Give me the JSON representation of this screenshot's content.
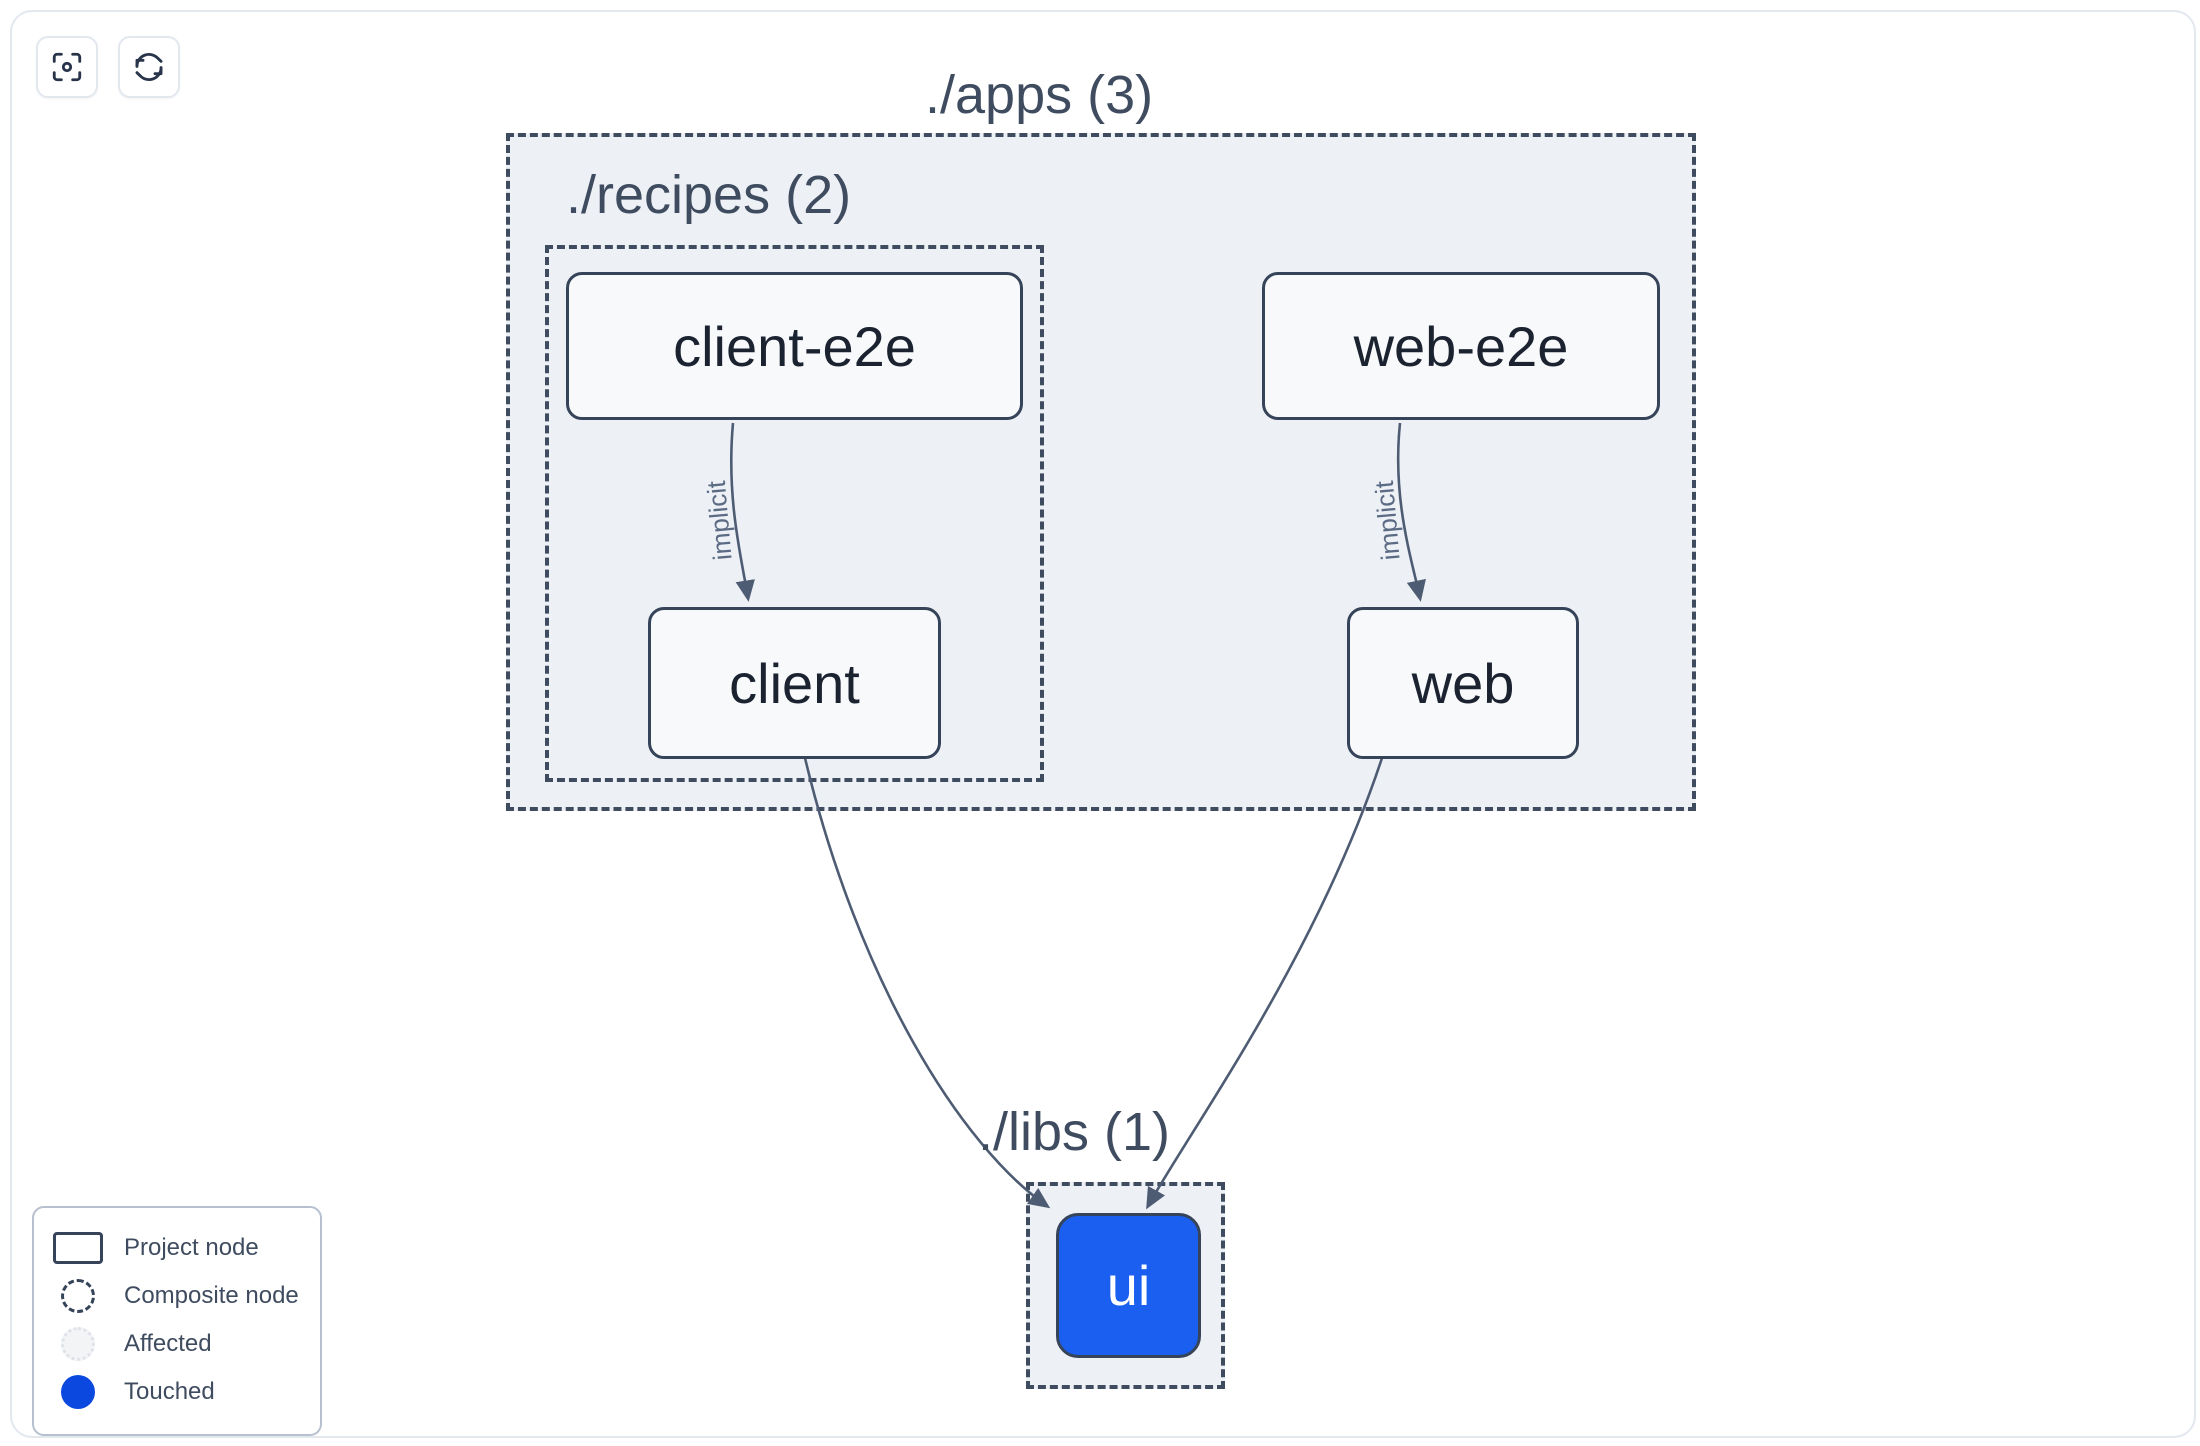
{
  "toolbar": {
    "buttons": [
      {
        "name": "focus-graph-button",
        "icon": "focus-viewfinder-icon",
        "label": "Focus graph"
      },
      {
        "name": "refresh-graph-button",
        "icon": "refresh-sync-icon",
        "label": "Refresh graph"
      }
    ]
  },
  "graph": {
    "type": "project-dependency-graph",
    "groups": [
      {
        "id": "apps",
        "label": "./apps (3)",
        "node_count": 3,
        "style": "composite-dashed"
      },
      {
        "id": "recipes",
        "label": "./recipes (2)",
        "node_count": 2,
        "style": "composite-dashed"
      },
      {
        "id": "libs",
        "label": "./libs (1)",
        "node_count": 1,
        "style": "composite-dashed"
      }
    ],
    "nodes": [
      {
        "id": "client-e2e",
        "label": "client-e2e",
        "group": "recipes",
        "state": "project"
      },
      {
        "id": "client",
        "label": "client",
        "group": "recipes",
        "state": "project"
      },
      {
        "id": "web-e2e",
        "label": "web-e2e",
        "group": "apps",
        "state": "project"
      },
      {
        "id": "web",
        "label": "web",
        "group": "apps",
        "state": "project"
      },
      {
        "id": "ui",
        "label": "ui",
        "group": "libs",
        "state": "touched"
      }
    ],
    "edges": [
      {
        "from": "client-e2e",
        "to": "client",
        "label": "implicit"
      },
      {
        "from": "web-e2e",
        "to": "web",
        "label": "implicit"
      },
      {
        "from": "client",
        "to": "ui",
        "label": ""
      },
      {
        "from": "web",
        "to": "ui",
        "label": ""
      }
    ]
  },
  "legend": {
    "items": [
      {
        "swatch": "project-node-swatch",
        "label": "Project node"
      },
      {
        "swatch": "composite-node-swatch",
        "label": "Composite node"
      },
      {
        "swatch": "affected-swatch",
        "label": "Affected"
      },
      {
        "swatch": "touched-swatch",
        "label": "Touched"
      }
    ]
  },
  "colors": {
    "touched": "#1a5fef",
    "touched_legend": "#0b48e0",
    "node_border": "#36445a",
    "composite_fill": "#edf0f5",
    "composite_border": "#3f4c60",
    "edge": "#4e5c73",
    "text": "#3f4c60"
  }
}
